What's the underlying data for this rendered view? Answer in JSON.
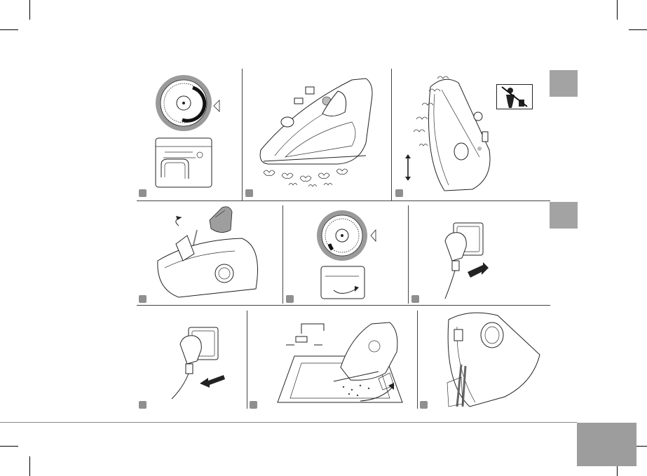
{
  "page": {
    "background": "#ffffff",
    "line_color": "#444444",
    "badge_color": "#8f8f8f",
    "tab_color": "#a3a3a3"
  },
  "steps": [
    {
      "panel": "dial-setting",
      "icon": "temperature-dial-icon"
    },
    {
      "panel": "iron-steam-burst",
      "icon": "steam-iron-icon"
    },
    {
      "panel": "vertical-steaming",
      "icon": "vertical-steam-icon"
    },
    {
      "panel": "fill-water-tank",
      "icon": "water-jug-icon"
    },
    {
      "panel": "dial-and-steam-control",
      "icon": "steam-control-icon"
    },
    {
      "panel": "plug-in",
      "icon": "plug-in-icon"
    },
    {
      "panel": "unplug",
      "icon": "unplug-icon"
    },
    {
      "panel": "empty-tank-at-sink",
      "icon": "sink-drain-icon"
    },
    {
      "panel": "cord-wrap-storage",
      "icon": "cord-storage-icon"
    }
  ],
  "warning_icon": "no-children-warning-icon"
}
